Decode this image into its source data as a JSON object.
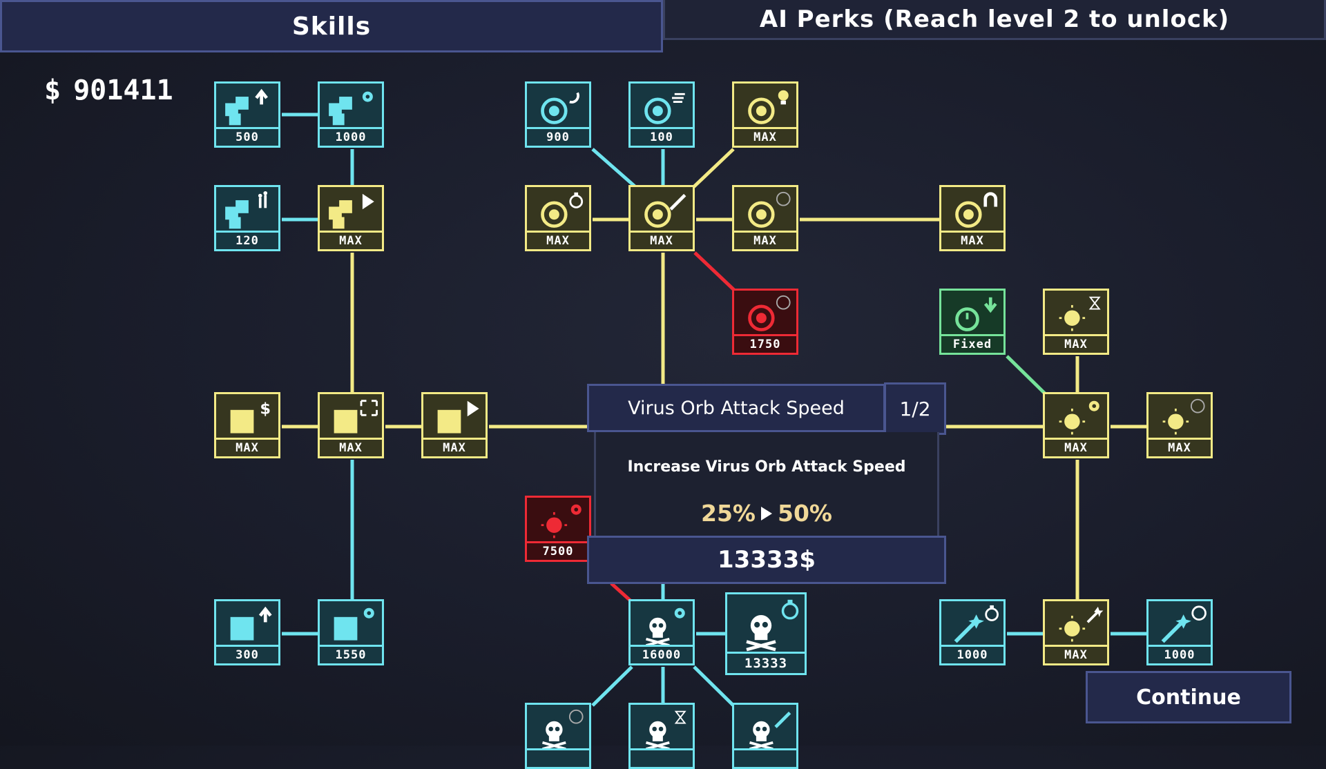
{
  "tabs": {
    "skills": "Skills",
    "ai_perks": "AI Perks (Reach level 2 to unlock)"
  },
  "money": {
    "symbol": "$",
    "amount": "901411"
  },
  "colors": {
    "cyan": "#6fe4ef",
    "yellow": "#f3ea86",
    "red": "#ee2a35",
    "green": "#76e39a",
    "panel": "#23294a"
  },
  "nodes": [
    {
      "label": "500",
      "color": "cyan",
      "icon": "cubes-arrow-up-icon"
    },
    {
      "label": "1000",
      "color": "cyan",
      "icon": "cubes-gear-icon"
    },
    {
      "label": "120",
      "color": "cyan",
      "icon": "cubes-people-icon"
    },
    {
      "label": "MAX",
      "color": "yellow",
      "icon": "cubes-play-icon"
    },
    {
      "label": "900",
      "color": "cyan",
      "icon": "orb-range-icon"
    },
    {
      "label": "100",
      "color": "cyan",
      "icon": "orb-speed-icon"
    },
    {
      "label": "MAX",
      "color": "yellow",
      "icon": "orb-bulb-icon"
    },
    {
      "label": "MAX",
      "color": "yellow",
      "icon": "orb-timer-icon"
    },
    {
      "label": "MAX",
      "color": "yellow",
      "icon": "orb-sword-icon"
    },
    {
      "label": "MAX",
      "color": "yellow",
      "icon": "orb-ring-icon"
    },
    {
      "label": "MAX",
      "color": "yellow",
      "icon": "orb-magnet-icon"
    },
    {
      "label": "1750",
      "color": "red",
      "icon": "orb-ring-icon"
    },
    {
      "label": "Fixed",
      "color": "green",
      "icon": "timer-down-icon"
    },
    {
      "label": "MAX",
      "color": "yellow",
      "icon": "sun-hourglass-icon"
    },
    {
      "label": "MAX",
      "color": "yellow",
      "icon": "square-dollar-icon"
    },
    {
      "label": "MAX",
      "color": "yellow",
      "icon": "square-expand-icon"
    },
    {
      "label": "MAX",
      "color": "yellow",
      "icon": "square-play-icon"
    },
    {
      "label": "MAX",
      "color": "yellow",
      "icon": "sun-gear-icon"
    },
    {
      "label": "MAX",
      "color": "yellow",
      "icon": "sun-ring-icon"
    },
    {
      "label": "7500",
      "color": "red",
      "icon": "sun-gear-icon"
    },
    {
      "label": "300",
      "color": "cyan",
      "icon": "square-arrow-up-icon"
    },
    {
      "label": "1550",
      "color": "cyan",
      "icon": "square-gear-icon"
    },
    {
      "label": "16000",
      "color": "cyan",
      "icon": "skull-gear-icon"
    },
    {
      "label": "13333",
      "color": "cyan",
      "icon": "skull-timer-icon"
    },
    {
      "label": "1000",
      "color": "cyan",
      "icon": "wand-timer-icon"
    },
    {
      "label": "MAX",
      "color": "yellow",
      "icon": "sun-wand-icon"
    },
    {
      "label": "1000",
      "color": "cyan",
      "icon": "wand-ring-icon"
    },
    {
      "label": "",
      "color": "cyan",
      "icon": "skull-ring-icon"
    },
    {
      "label": "",
      "color": "cyan",
      "icon": "skull-hourglass-icon"
    },
    {
      "label": "",
      "color": "cyan",
      "icon": "skull-sword-icon"
    }
  ],
  "popup": {
    "title": "Virus Orb Attack Speed",
    "count": "1/2",
    "description": "Increase Virus Orb Attack Speed",
    "from": "25%",
    "to": "50%",
    "cost": "13333",
    "currency": "$"
  },
  "continue_label": "Continue"
}
